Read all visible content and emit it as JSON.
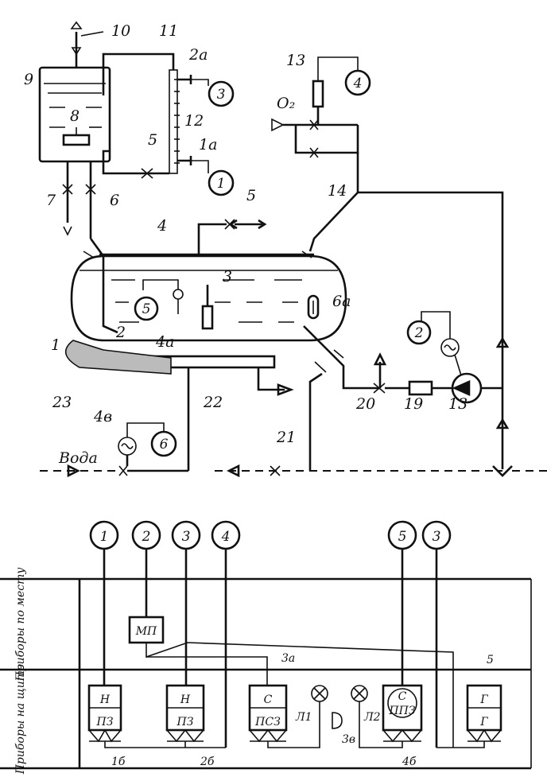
{
  "labels": {
    "l1": "1",
    "l2": "2",
    "l3": "3",
    "l4": "4",
    "l4a": "4а",
    "l4v": "4в",
    "l5a": "5",
    "l5b": "5",
    "l6": "6",
    "l6a": "6а",
    "l7": "7",
    "l8": "8",
    "l9": "9",
    "l10": "10",
    "l11": "11",
    "l12": "12",
    "l13a": "13",
    "l13b": "13",
    "l14": "14",
    "l19": "19",
    "l20": "20",
    "l21": "21",
    "l22": "22",
    "l23": "23",
    "l1a": "1а",
    "l2a": "2а",
    "o2": "О₂",
    "voda": "Вода"
  },
  "instrument_circles": {
    "c1": "1",
    "c3": "3",
    "c4": "4",
    "c5": "5",
    "c2": "2",
    "c6": "6"
  },
  "panel_circles": [
    "1",
    "2",
    "3",
    "4",
    "5",
    "3"
  ],
  "panel": {
    "row_top_label": "Приборы по месту",
    "row_bottom_label": "Приборы на щите",
    "mp": "МП",
    "b1_top": "Н",
    "b1_bot": "ПЗ",
    "b2_top": "Н",
    "b2_bot": "ПЗ",
    "b3_top": "С",
    "b3_bot": "ПСЗ",
    "b4_top": "С",
    "b4_bot": "ППЗ",
    "b5_top": "Г",
    "b5_bot": "Г",
    "lbl_3a": "3а",
    "lbl_5": "5",
    "lbl_1b": "1б",
    "lbl_2b": "2б",
    "lbl_4b": "4б",
    "lbl_L1": "Л1",
    "lbl_L2": "Л2",
    "lbl_3v": "3в"
  }
}
